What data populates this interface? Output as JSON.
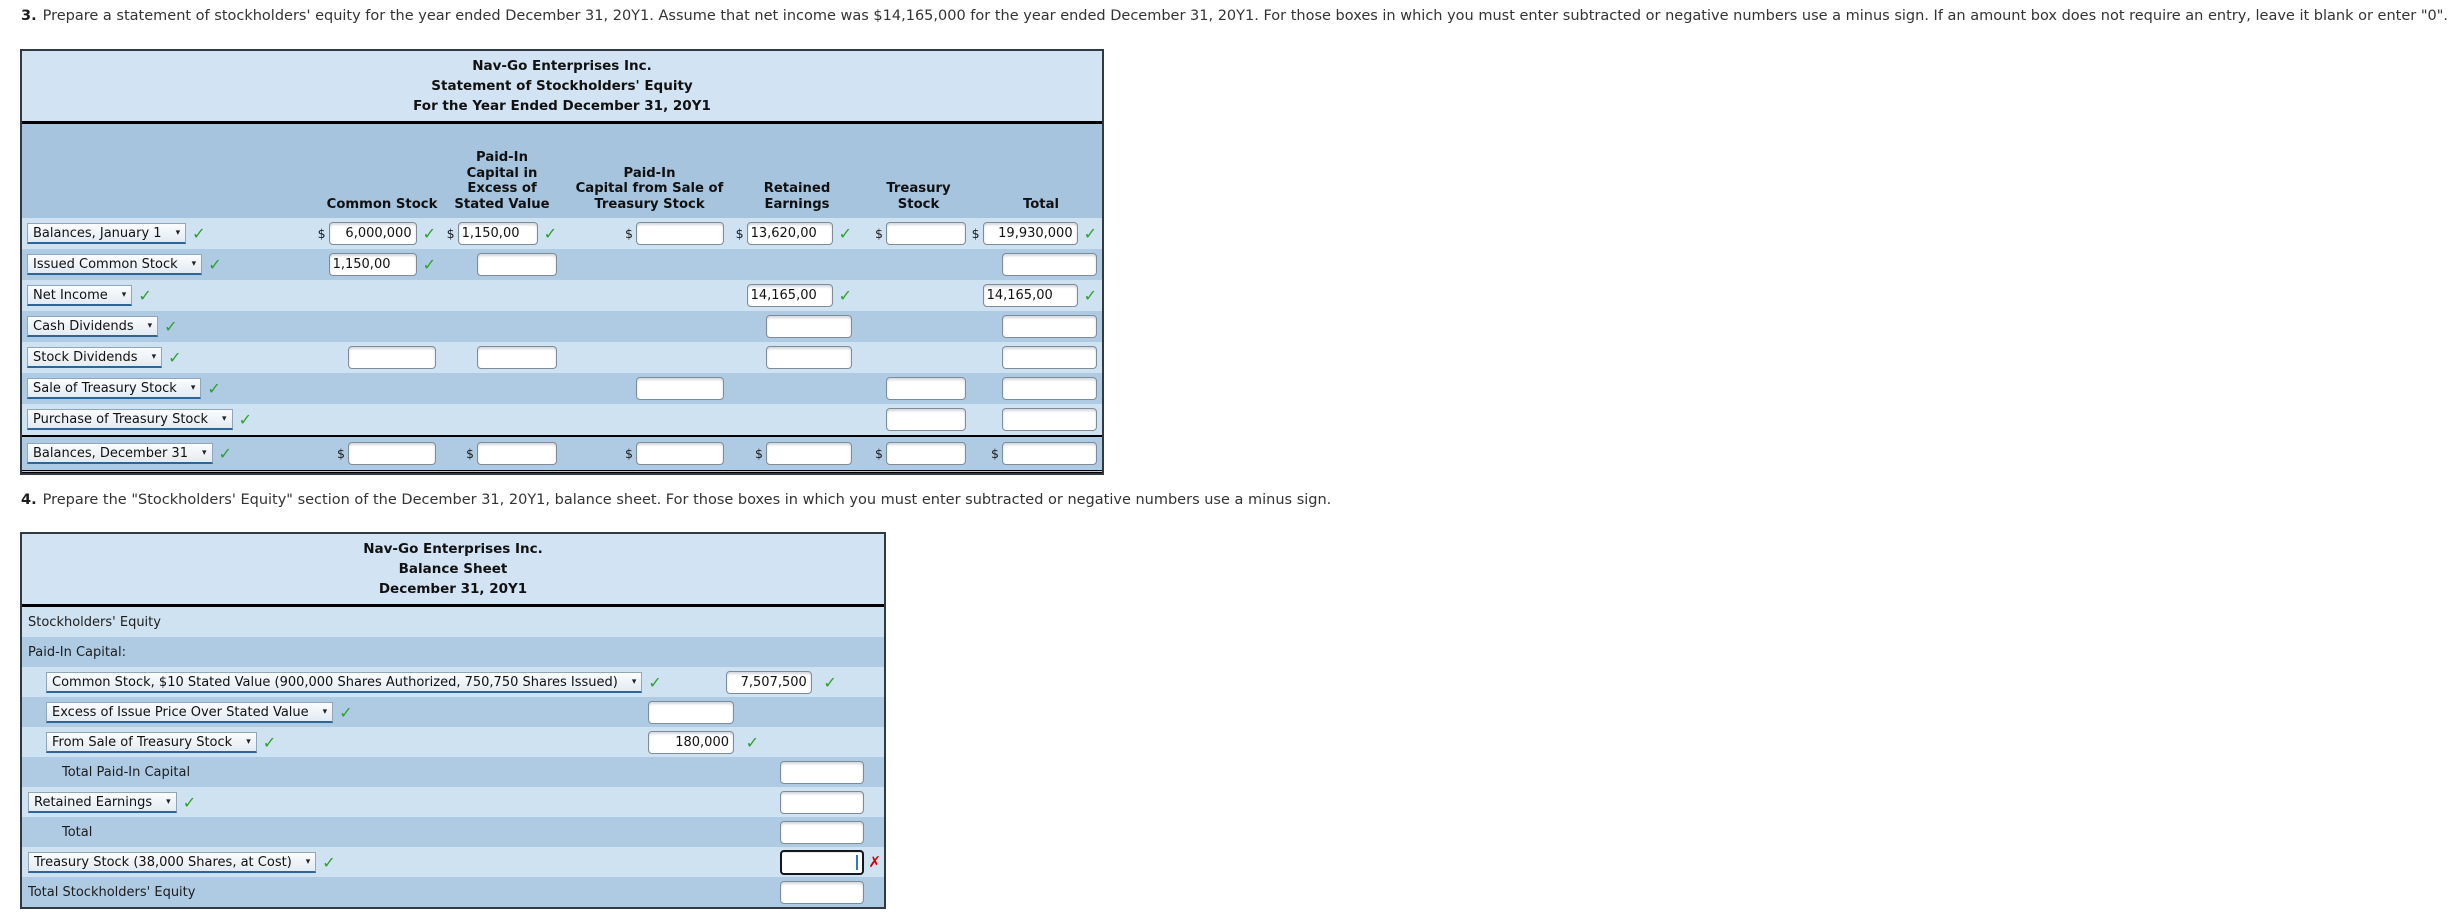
{
  "instructions": {
    "q3_number": "3.",
    "q3_text": "Prepare a statement of stockholders' equity for the year ended December 31, 20Y1. Assume that net income was $14,165,000 for the year ended December 31, 20Y1. For those boxes in which you must enter subtracted or negative numbers use a minus sign. If an amount box does not require an entry, leave it blank or enter \"0\".",
    "q4_number": "4.",
    "q4_text": "Prepare the \"Stockholders' Equity\" section of the December 31, 20Y1, balance sheet. For those boxes in which you must enter subtracted or negative numbers use a minus sign."
  },
  "soe": {
    "title": [
      "Nav-Go Enterprises Inc.",
      "Statement of Stockholders' Equity",
      "For the Year Ended December 31, 20Y1"
    ],
    "columns": [
      [
        ""
      ],
      [
        "Common Stock"
      ],
      [
        "Paid-In",
        "Capital in",
        "Excess of",
        "Stated Value"
      ],
      [
        "Paid-In",
        "Capital from Sale of",
        "Treasury Stock"
      ],
      [
        "Retained",
        "Earnings"
      ],
      [
        "Treasury",
        "Stock"
      ],
      [
        "Total"
      ]
    ],
    "rows": [
      {
        "label": "Balances, January 1",
        "check": true,
        "cells": [
          {
            "v": "6,000,000",
            "dollar": true,
            "check": true
          },
          {
            "v": "1,150,00",
            "dollar": true,
            "check": true,
            "trunc": true
          },
          {
            "v": "",
            "dollar": true
          },
          {
            "v": "13,620,00",
            "dollar": true,
            "check": true,
            "trunc": true
          },
          {
            "v": "",
            "dollar": true
          },
          {
            "v": "19,930,000",
            "dollar": true,
            "check": true
          }
        ]
      },
      {
        "label": "Issued Common Stock",
        "check": true,
        "cells": [
          {
            "v": "1,150,00",
            "check": true,
            "trunc": true
          },
          {
            "v": ""
          },
          null,
          null,
          null,
          {
            "v": ""
          }
        ]
      },
      {
        "label": "Net Income",
        "check": true,
        "cells": [
          null,
          null,
          null,
          {
            "v": "14,165,00",
            "check": true,
            "trunc": true
          },
          null,
          {
            "v": "14,165,00",
            "check": true,
            "trunc": true
          }
        ]
      },
      {
        "label": "Cash Dividends",
        "check": true,
        "cells": [
          null,
          null,
          null,
          {
            "v": ""
          },
          null,
          {
            "v": ""
          }
        ]
      },
      {
        "label": "Stock Dividends",
        "check": true,
        "cells": [
          {
            "v": ""
          },
          {
            "v": ""
          },
          null,
          {
            "v": ""
          },
          null,
          {
            "v": ""
          }
        ]
      },
      {
        "label": "Sale of Treasury Stock",
        "check": true,
        "cells": [
          null,
          null,
          {
            "v": ""
          },
          null,
          {
            "v": ""
          },
          {
            "v": ""
          }
        ]
      },
      {
        "label": "Purchase of Treasury Stock",
        "check": true,
        "cells": [
          null,
          null,
          null,
          null,
          {
            "v": ""
          },
          {
            "v": ""
          }
        ]
      },
      {
        "label": "Balances, December 31",
        "check": true,
        "cells": [
          {
            "v": "",
            "dollar": true
          },
          {
            "v": "",
            "dollar": true
          },
          {
            "v": "",
            "dollar": true
          },
          {
            "v": "",
            "dollar": true
          },
          {
            "v": "",
            "dollar": true
          },
          {
            "v": "",
            "dollar": true
          }
        ]
      }
    ]
  },
  "bs": {
    "title": [
      "Nav-Go Enterprises Inc.",
      "Balance Sheet",
      "December 31, 20Y1"
    ],
    "rows": [
      {
        "type": "plain",
        "label": "Stockholders' Equity",
        "indent": 0
      },
      {
        "type": "plain",
        "label": "Paid-In Capital:",
        "indent": 0
      },
      {
        "type": "dropdown",
        "label": "Common Stock, $10 Stated Value (900,000 Shares Authorized, 750,750 Shares Issued)",
        "indent": 1,
        "check": true,
        "box": {
          "col": 1,
          "v": "7,507,500",
          "check": true
        }
      },
      {
        "type": "dropdown",
        "label": "Excess of Issue Price Over Stated Value",
        "indent": 1,
        "check": true,
        "box": {
          "col": 1,
          "v": ""
        }
      },
      {
        "type": "dropdown",
        "label": "From Sale of Treasury Stock",
        "indent": 1,
        "check": true,
        "box": {
          "col": 1,
          "v": "180,000",
          "check": true
        }
      },
      {
        "type": "static",
        "label": "Total Paid-In Capital",
        "indent": 2,
        "box": {
          "col": 2,
          "v": ""
        }
      },
      {
        "type": "dropdown",
        "label": "Retained Earnings",
        "indent": 0,
        "check": true,
        "box": {
          "col": 2,
          "v": ""
        }
      },
      {
        "type": "static",
        "label": "Total",
        "indent": 2,
        "box": {
          "col": 2,
          "v": ""
        }
      },
      {
        "type": "dropdown",
        "label": "Treasury Stock (38,000 Shares, at Cost)",
        "indent": 0,
        "check": true,
        "box": {
          "col": 2,
          "v": "",
          "focused": true,
          "error": true
        }
      },
      {
        "type": "static",
        "label": "Total Stockholders' Equity",
        "indent": 0,
        "box": {
          "col": 2,
          "v": ""
        }
      }
    ]
  },
  "icons": {
    "check": "✓",
    "error_x": "✗",
    "dropdown_arrow": "▾",
    "dollar": "$"
  },
  "colors": {
    "row_light": "#cfe2f1",
    "row_dark": "#aecbe3",
    "header_band": "#a6c4de",
    "title_bg": "#d2e4f3",
    "check_green": "#2da12d",
    "error_red": "#d40000",
    "dropdown_underline": "#2e6496",
    "table_border": "#2f3a44",
    "focus_border": "#15181b",
    "caret_blue": "#3077c9"
  }
}
